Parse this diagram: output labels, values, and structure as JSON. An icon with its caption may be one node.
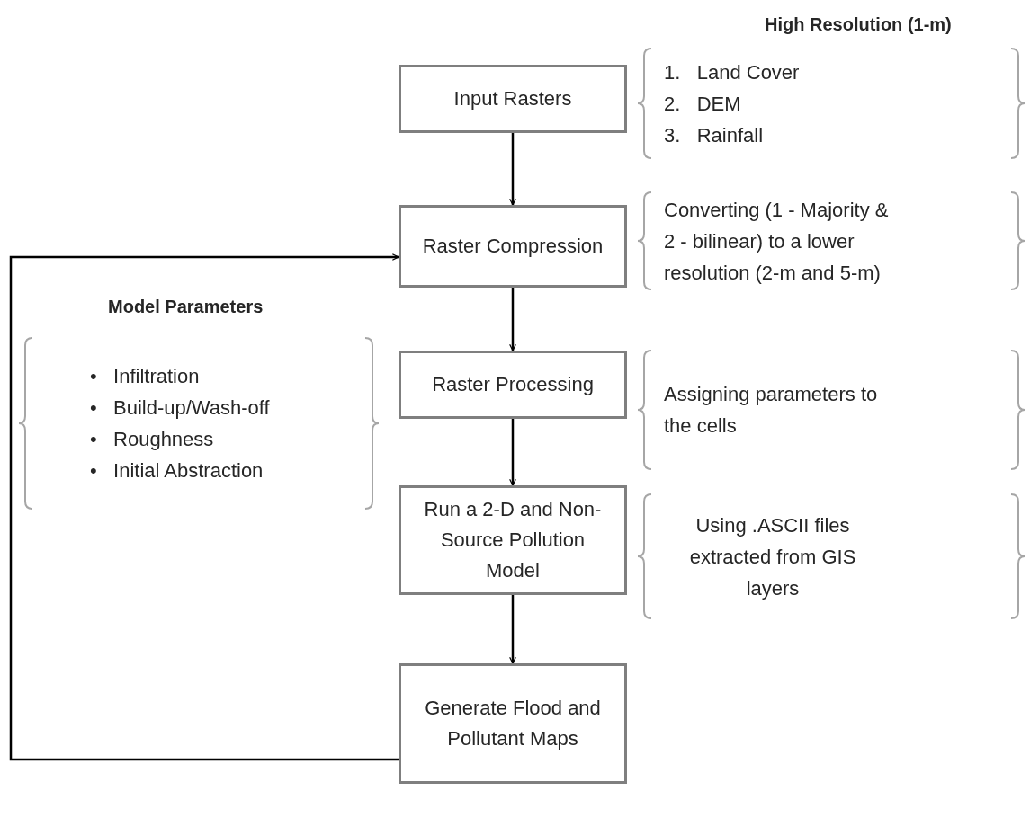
{
  "diagram": {
    "nodes": [
      {
        "text": [
          "Input Rasters"
        ]
      },
      {
        "text": [
          "High Resolution (1-m)",
          "1.   Land Cover",
          "2.   DEM",
          "3.   Rainfall"
        ]
      },
      {
        "text": [
          "Raster Compression"
        ]
      },
      {
        "text": [
          "Converting (1 - Majority & 2 - bilinear) to a lower resolution (2-m and 5-m)"
        ]
      },
      {
        "text": [
          "Model Parameters",
          "•   Infiltration",
          "•   Build-up/Wash-off",
          "•   Roughness",
          "•   Initial Abstraction"
        ]
      },
      {
        "text": [
          "Raster Processing"
        ]
      },
      {
        "text": [
          "Assigning parameters to the cells"
        ]
      },
      {
        "text": [
          "Run a 2-D and Non-Source Pollution Model"
        ]
      },
      {
        "text": [
          "Using .ASCII files extracted from GIS layers"
        ]
      },
      {
        "text": [
          "Generate Flood and Pollutant Maps"
        ]
      }
    ],
    "edges": [
      {
        "from": 0,
        "to": 2,
        "arrow": "to"
      },
      {
        "from": 2,
        "to": 5,
        "arrow": "to"
      },
      {
        "from": 5,
        "to": 7,
        "arrow": "to"
      },
      {
        "from": 7,
        "to": 9,
        "arrow": "to"
      },
      {
        "from": 9,
        "to": 2,
        "arrow": "to"
      }
    ]
  }
}
